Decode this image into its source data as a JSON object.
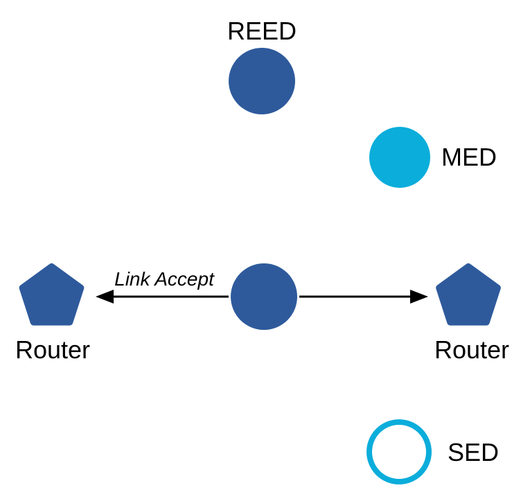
{
  "diagram": {
    "title": "thread-network-topology",
    "colors": {
      "node_blue": "#2E5A9C",
      "node_cyan": "#0BADDB",
      "arrow_black": "#000000",
      "text_black": "#000000"
    },
    "nodes": {
      "reed": {
        "label": "REED",
        "icon": "filled-blue-circle"
      },
      "med": {
        "label": "MED",
        "icon": "filled-cyan-circle"
      },
      "center": {
        "label": "",
        "icon": "filled-blue-circle"
      },
      "router_left": {
        "label": "Router",
        "icon": "blue-pentagon"
      },
      "router_right": {
        "label": "Router",
        "icon": "blue-pentagon"
      },
      "sed": {
        "label": "SED",
        "icon": "outlined-cyan-circle"
      }
    },
    "edges": {
      "left_arrow": {
        "label": "Link Accept",
        "direction": "center-to-left-router"
      },
      "right_arrow": {
        "label": "",
        "direction": "center-to-right-router"
      }
    }
  }
}
